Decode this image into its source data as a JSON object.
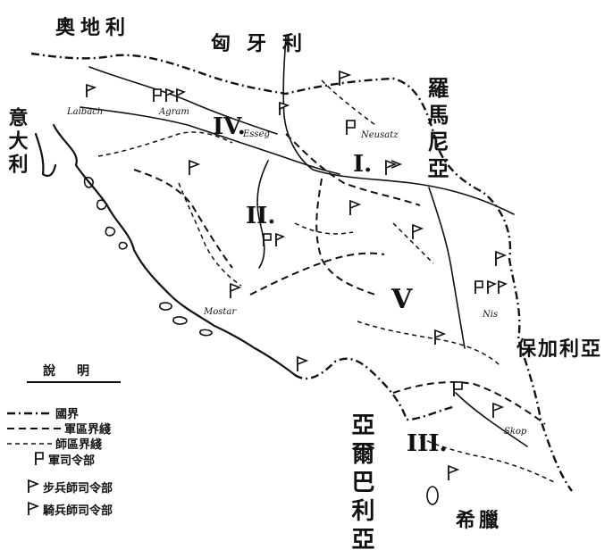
{
  "countries": {
    "austria": "奧地利",
    "hungary": "匈牙利",
    "italy": "意大利",
    "romania": "羅馬尼亞",
    "bulgaria": "保加利亞",
    "albania": "亞爾巴利亞",
    "greece": "希臘"
  },
  "armies": [
    "I.",
    "II.",
    "III.",
    "IV.",
    "V"
  ],
  "cities": {
    "laibach": "Laibach",
    "agram": "Agram",
    "esseg": "Esseg",
    "neusatz": "Neusatz",
    "mostar": "Mostar",
    "nis": "Nis",
    "skop": "Skop"
  },
  "legend": {
    "title": "說明",
    "items": [
      {
        "label": "國界",
        "symbol": "border"
      },
      {
        "label": "軍區界綫",
        "symbol": "army"
      },
      {
        "label": "師區界綫",
        "symbol": "division"
      },
      {
        "label": "軍司令部",
        "symbol": "army-hq"
      },
      {
        "label": "步兵師司令部",
        "symbol": "infantry-hq"
      },
      {
        "label": "騎兵師司令部",
        "symbol": "cavalry-hq"
      }
    ]
  }
}
